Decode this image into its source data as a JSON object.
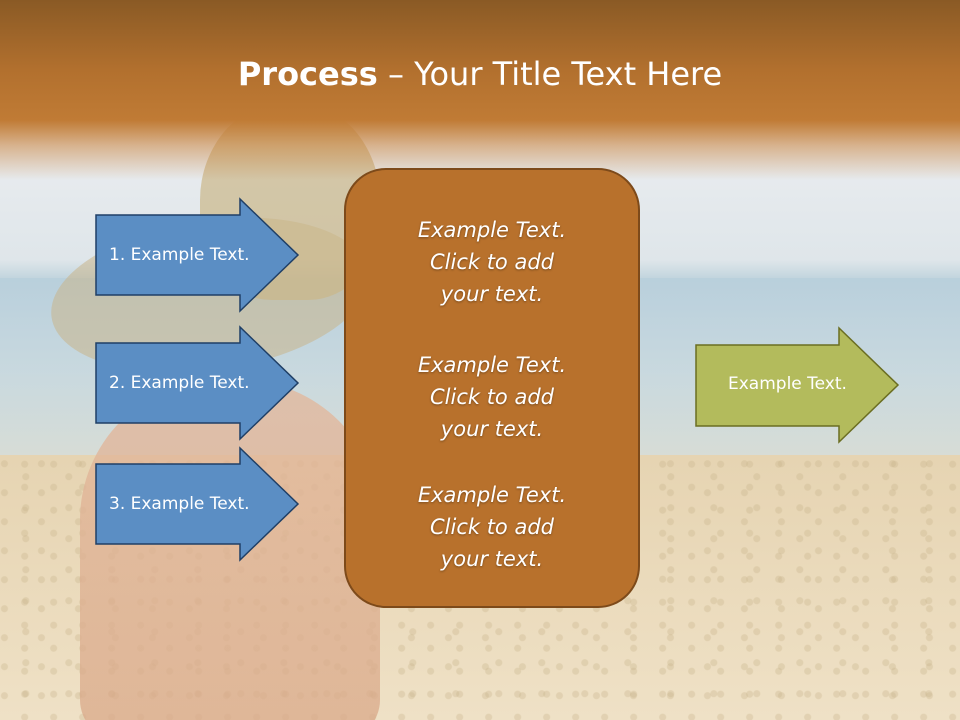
{
  "title": {
    "bold": "Process",
    "rest": " – Your Title Text Here"
  },
  "left_arrows": [
    {
      "label": "1. Example Text."
    },
    {
      "label": "2. Example Text."
    },
    {
      "label": "3. Example Text."
    }
  ],
  "center_box": {
    "blocks": [
      {
        "line1": "Example Text.",
        "line2": "Click  to add",
        "line3": "your text."
      },
      {
        "line1": "Example Text.",
        "line2": "Click  to add",
        "line3": "your text."
      },
      {
        "line1": "Example Text.",
        "line2": "Click  to add",
        "line3": "your text."
      }
    ]
  },
  "right_arrow": {
    "label": "Example Text."
  },
  "colors": {
    "title_band": "#b2702e",
    "blue_arrow_fill": "#5b8ec4",
    "blue_arrow_stroke": "#1f3f66",
    "center_box_fill": "#b8712c",
    "green_arrow_fill": "#b3bb5c",
    "green_arrow_stroke": "#6b6e22"
  }
}
